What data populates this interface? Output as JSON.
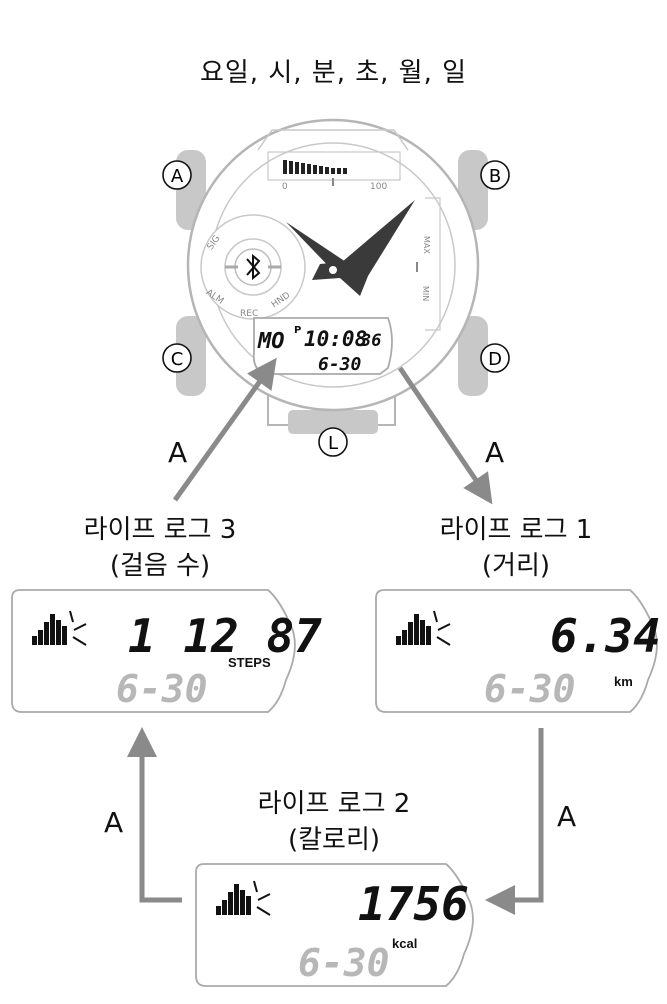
{
  "title": "요일, 시, 분, 초, 월, 일",
  "watch": {
    "buttons": {
      "a": "A",
      "b": "B",
      "c": "C",
      "d": "D",
      "l": "L"
    },
    "gauge": {
      "min_label": "0",
      "max_label": "100"
    },
    "ring_labels": {
      "sig": "SIG",
      "alm": "ALM",
      "rec": "REC",
      "hnd": "HND"
    },
    "side_labels": {
      "max": "MAX",
      "min": "MIN"
    },
    "lcd": {
      "day": "MO",
      "pm": "P",
      "time": "10:08",
      "seconds": "36",
      "date": "6-30"
    }
  },
  "arrows": {
    "left_up": "A",
    "right_down": "A",
    "right_vertical": "A",
    "left_vertical": "A"
  },
  "modes": {
    "steps": {
      "title": "라이프 로그 3",
      "subtitle": "(걸음 수)",
      "value": "1 12 87",
      "unit": "STEPS",
      "date": "6-30"
    },
    "distance": {
      "title": "라이프 로그 1",
      "subtitle": "(거리)",
      "value": "6.34",
      "unit": "km",
      "date": "6-30"
    },
    "calories": {
      "title": "라이프 로그 2",
      "subtitle": "(칼로리)",
      "value": "1756",
      "unit": "kcal",
      "date": "6-30"
    }
  },
  "colors": {
    "grey": "#9a9a9a",
    "light_grey": "#c8c8c8",
    "dark_hand": "#3a3a3a"
  }
}
